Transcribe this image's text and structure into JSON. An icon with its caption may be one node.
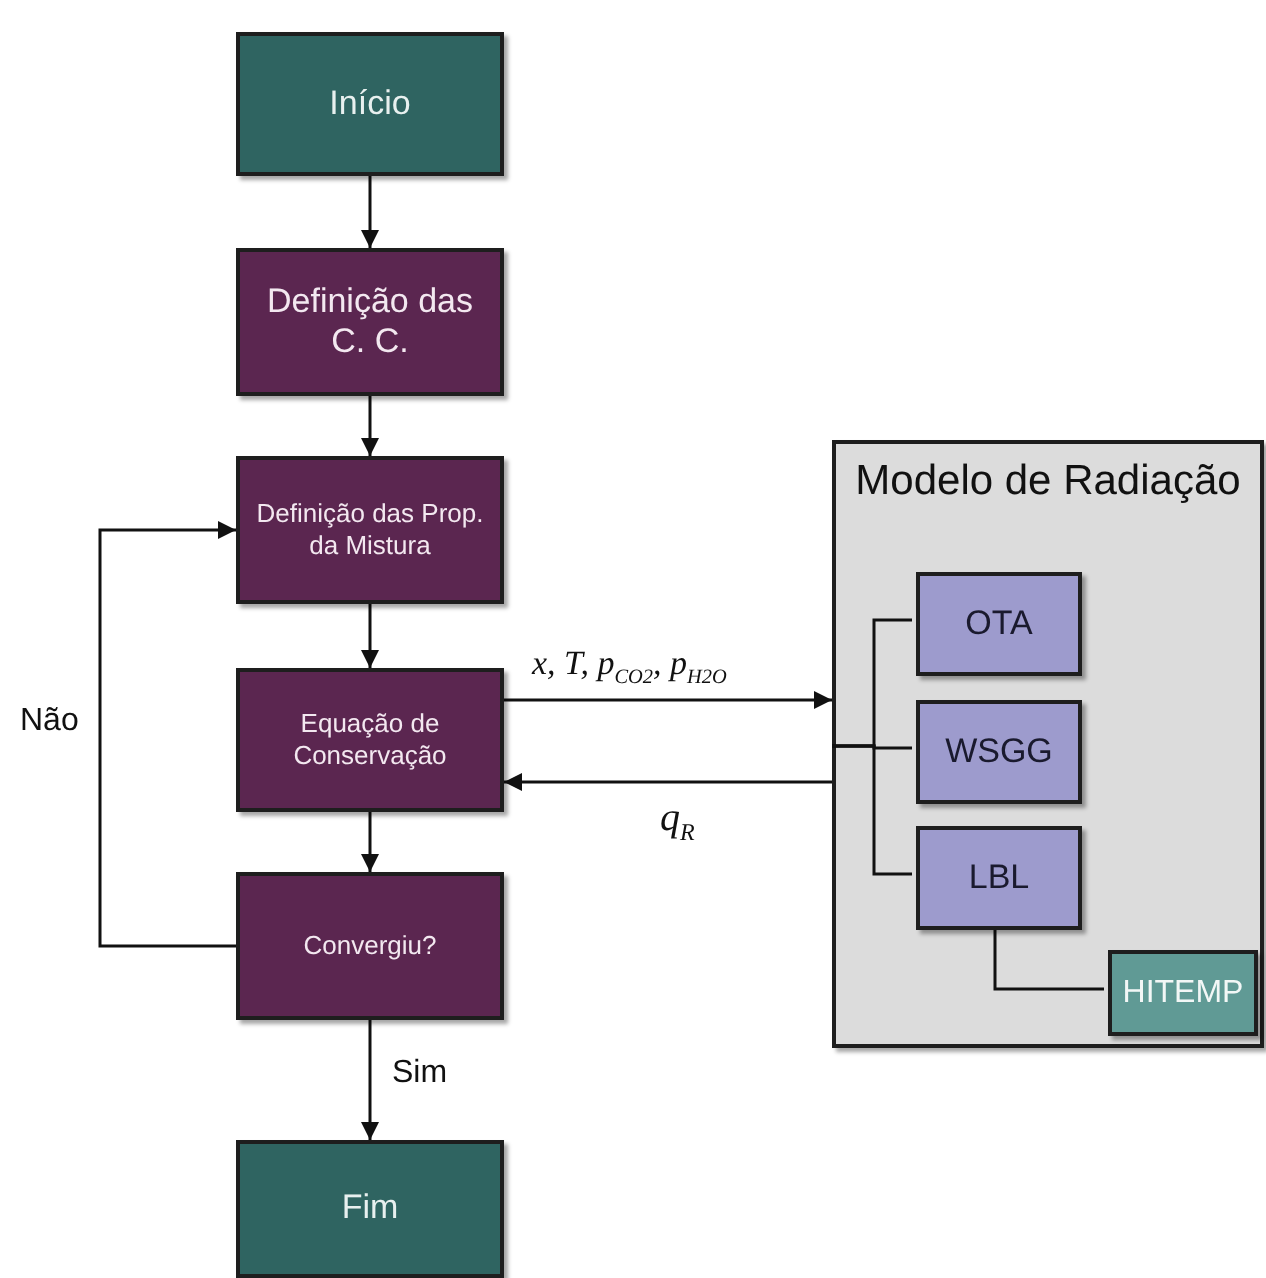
{
  "diagram": {
    "nodes": [
      {
        "text": [
          "Início"
        ]
      },
      {
        "text": [
          "Definição das C. C."
        ]
      },
      {
        "text": [
          "Definição das Prop. da Mistura"
        ]
      },
      {
        "text": [
          "Equação de Conservação"
        ]
      },
      {
        "text": [
          "Convergiu?"
        ]
      },
      {
        "text": [
          "Fim"
        ]
      },
      {
        "text": [
          "Modelo de Radiação"
        ]
      },
      {
        "text": [
          "OTA"
        ],
        "in": 6
      },
      {
        "text": [
          "WSGG"
        ],
        "in": 6
      },
      {
        "text": [
          "LBL"
        ],
        "in": 6
      },
      {
        "text": [
          "HITEMP"
        ],
        "in": 6
      }
    ],
    "edges": [
      {
        "from": 0,
        "to": 1,
        "arrow": "to"
      },
      {
        "from": 1,
        "to": 2,
        "arrow": "to"
      },
      {
        "from": 2,
        "to": 3,
        "arrow": "to"
      },
      {
        "from": 3,
        "to": 4,
        "arrow": "to"
      },
      {
        "from": 4,
        "to": 5,
        "arrow": "to",
        "label": "Sim"
      },
      {
        "from": 4,
        "to": 2,
        "arrow": "to",
        "label": "Não"
      },
      {
        "from": 3,
        "to": 6,
        "arrow": "to",
        "label": "x, T, p$_{CO2}$, p$_{H2O}$"
      },
      {
        "from": 6,
        "to": 3,
        "arrow": "to",
        "label": "q$_{R}$"
      },
      {
        "from": 6,
        "to": 7,
        "arrow": "none"
      },
      {
        "from": 6,
        "to": 8,
        "arrow": "none"
      },
      {
        "from": 6,
        "to": 9,
        "arrow": "none"
      },
      {
        "from": 9,
        "to": 10,
        "arrow": "none"
      }
    ]
  }
}
